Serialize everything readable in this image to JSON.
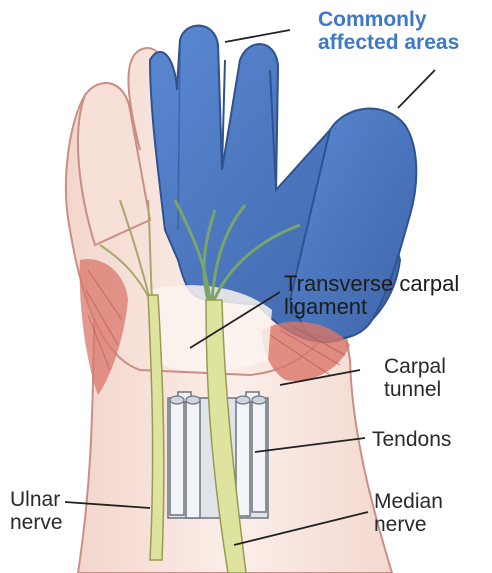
{
  "labels": {
    "commonly_affected": [
      "Commonly",
      "affected areas"
    ],
    "transverse": [
      "Transverse carpal",
      "ligament"
    ],
    "carpal_tunnel": [
      "Carpal",
      "tunnel"
    ],
    "tendons": "Tendons",
    "ulnar": [
      "Ulnar",
      "nerve"
    ],
    "median": [
      "Median",
      "nerve"
    ]
  },
  "colors": {
    "skin": "#f6e3dc",
    "skin_outline": "#c98f85",
    "affected_blue": "#4a78c2",
    "affected_blue_dark": "#3a5f9e",
    "muscle_red": "#d9776a",
    "nerve_yellow": "#dfe3a0",
    "nerve_outline": "#9a9a50",
    "label_blue": "#3f78c8",
    "leader": "#222222"
  }
}
